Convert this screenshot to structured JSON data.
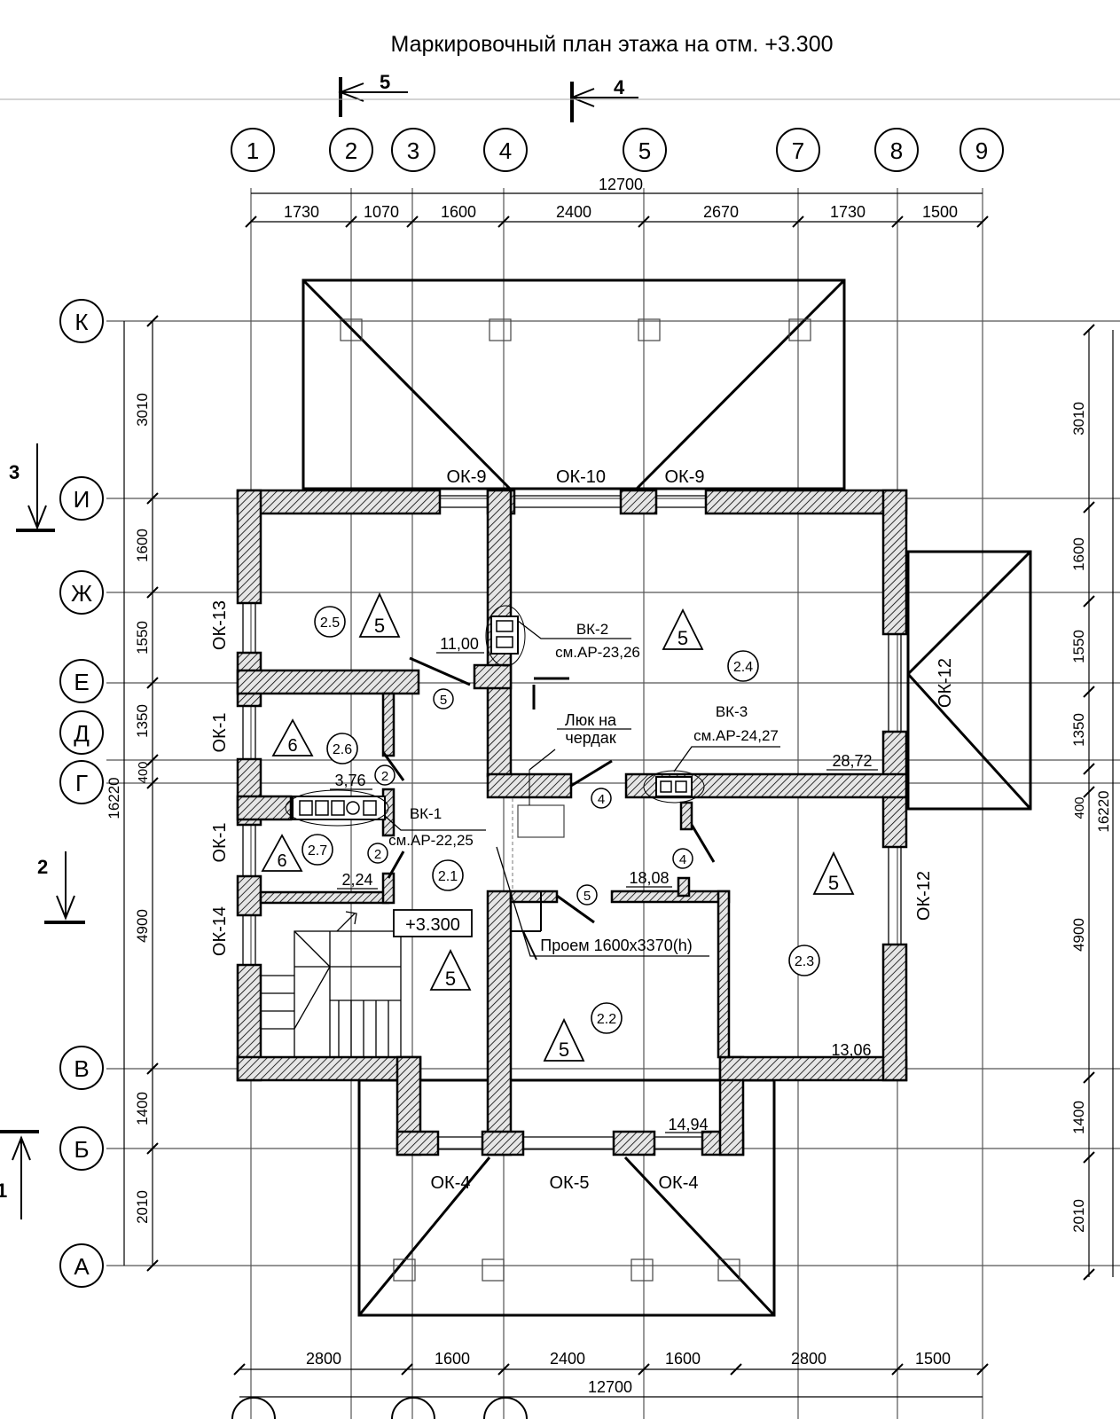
{
  "title": "Маркировочный план этажа на отм. +3.300",
  "section_marks": [
    "5",
    "4",
    "3",
    "2",
    "1"
  ],
  "col_axes": [
    "1",
    "2",
    "3",
    "4",
    "5",
    "7",
    "8",
    "9"
  ],
  "row_axes": [
    "К",
    "И",
    "Ж",
    "Е",
    "Д",
    "Г",
    "В",
    "Б",
    "А"
  ],
  "dims_top_total": "12700",
  "dims_top": [
    "1730",
    "1070",
    "1600",
    "2400",
    "2670",
    "1730",
    "1500"
  ],
  "dims_bottom": [
    "2800",
    "1600",
    "2400",
    "1600",
    "2800",
    "1500"
  ],
  "dims_bottom_total": "12700",
  "dims_left": [
    "3010",
    "1600",
    "1550",
    "1350",
    "400",
    "4900",
    "1400",
    "2010"
  ],
  "dims_left_total": "16220",
  "dims_right": [
    "3010",
    "1600",
    "1550",
    "1350",
    "400",
    "4900",
    "1400",
    "2010"
  ],
  "dims_right_total": "16220",
  "windows": {
    "ok9a": "ОК-9",
    "ok10": "ОК-10",
    "ok9b": "ОК-9",
    "ok13": "ОК-13",
    "ok1a": "ОК-1",
    "ok1b": "ОК-1",
    "ok14": "ОК-14",
    "ok12a": "ОК-12",
    "ok12b": "ОК-12",
    "ok4a": "ОК-4",
    "ok5": "ОК-5",
    "ok4b": "ОК-4"
  },
  "rooms": [
    "2.1",
    "2.2",
    "2.3",
    "2.4",
    "2.5",
    "2.6",
    "2.7"
  ],
  "triangle_marks": {
    "t5": "5",
    "t6": "6"
  },
  "door_marks": [
    "2",
    "4",
    "5"
  ],
  "areas": [
    "11,00",
    "3,76",
    "2,24",
    "18,08",
    "28,72",
    "13,06",
    "14,94"
  ],
  "vents": {
    "vk1": "ВК-1",
    "vk1_ref": "см.АР-22,25",
    "vk2": "ВК-2",
    "vk2_ref": "см.АР-23,26",
    "vk3": "ВК-3",
    "vk3_ref": "см.АР-24,27"
  },
  "hatch_label_1": "Люк на",
  "hatch_label_2": "чердак",
  "opening_label": "Проем 1600х3370(h)",
  "elevation": "+3.300"
}
